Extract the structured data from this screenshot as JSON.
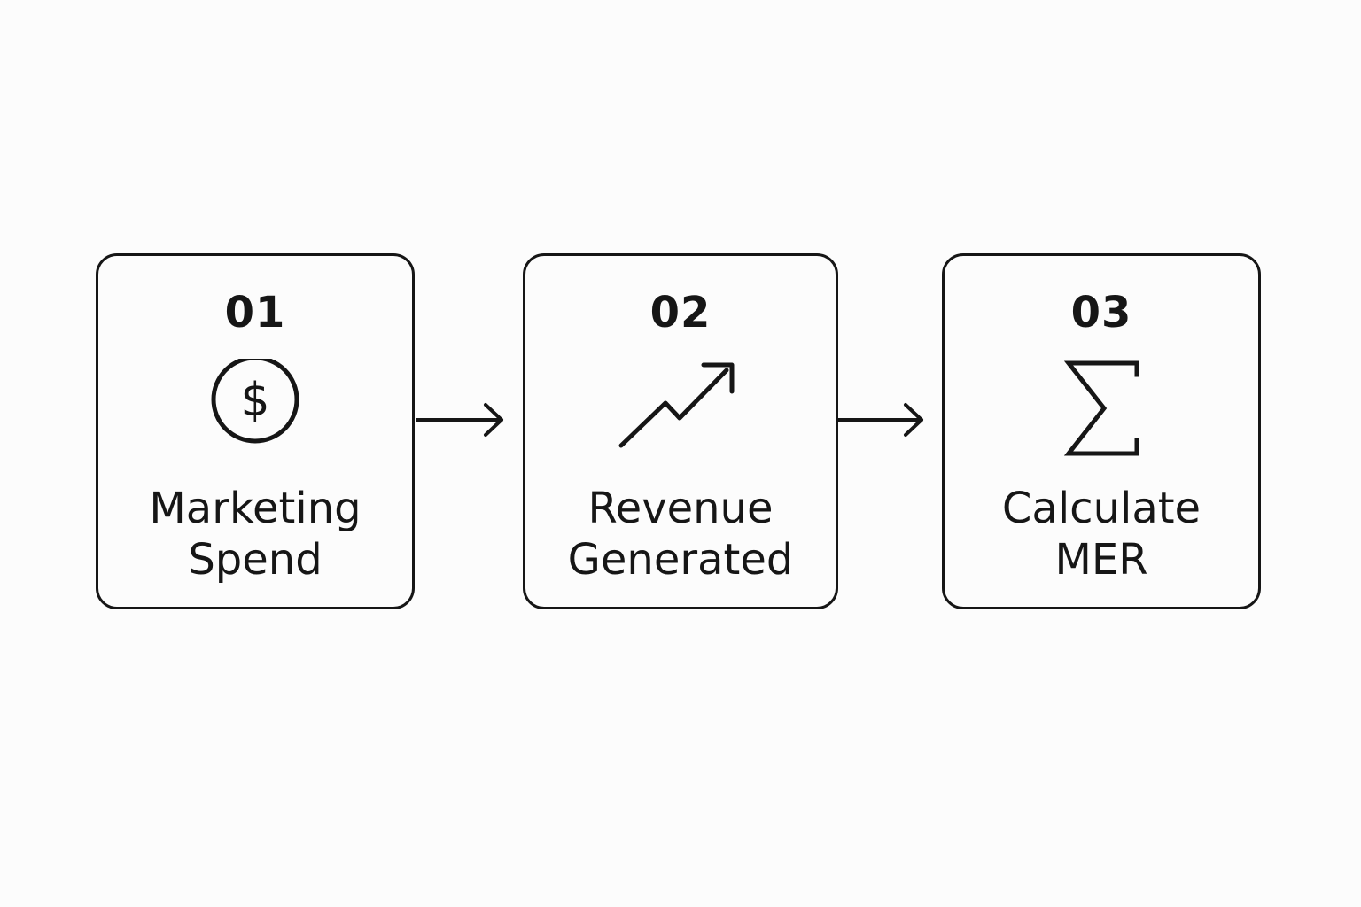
{
  "steps": [
    {
      "number": "01",
      "icon": "dollar-circle-icon",
      "label_lines": [
        "Marketing",
        "Spend"
      ]
    },
    {
      "number": "02",
      "icon": "trend-up-arrow-icon",
      "label_lines": [
        "Revenue",
        "Generated"
      ]
    },
    {
      "number": "03",
      "icon": "sigma-icon",
      "icon_glyph": "∑",
      "label_lines": [
        "Calculate",
        "MER"
      ]
    }
  ],
  "colors": {
    "stroke": "#161616",
    "background": "#fcfcfc"
  }
}
